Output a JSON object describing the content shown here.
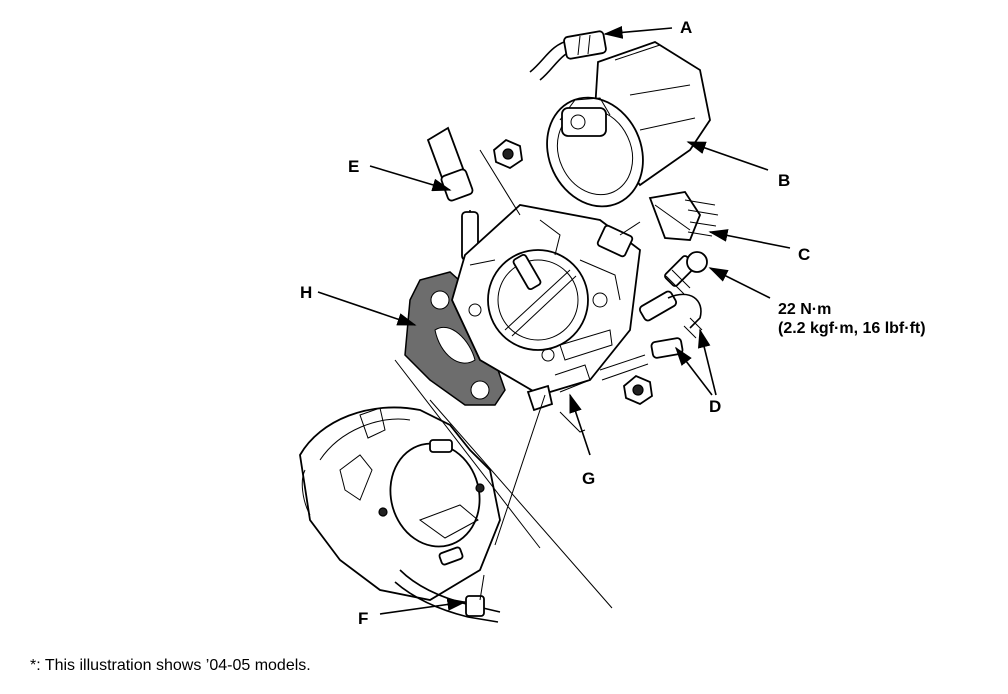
{
  "callouts": {
    "a": "A",
    "b": "B",
    "c": "C",
    "d": "D",
    "e": "E",
    "f": "F",
    "g": "G",
    "h": "H"
  },
  "torque": {
    "value": "22 N·m",
    "detail": "(2.2 kgf·m, 16 lbf·ft)"
  },
  "footnote": "*: This illustration shows ’04-05 models."
}
